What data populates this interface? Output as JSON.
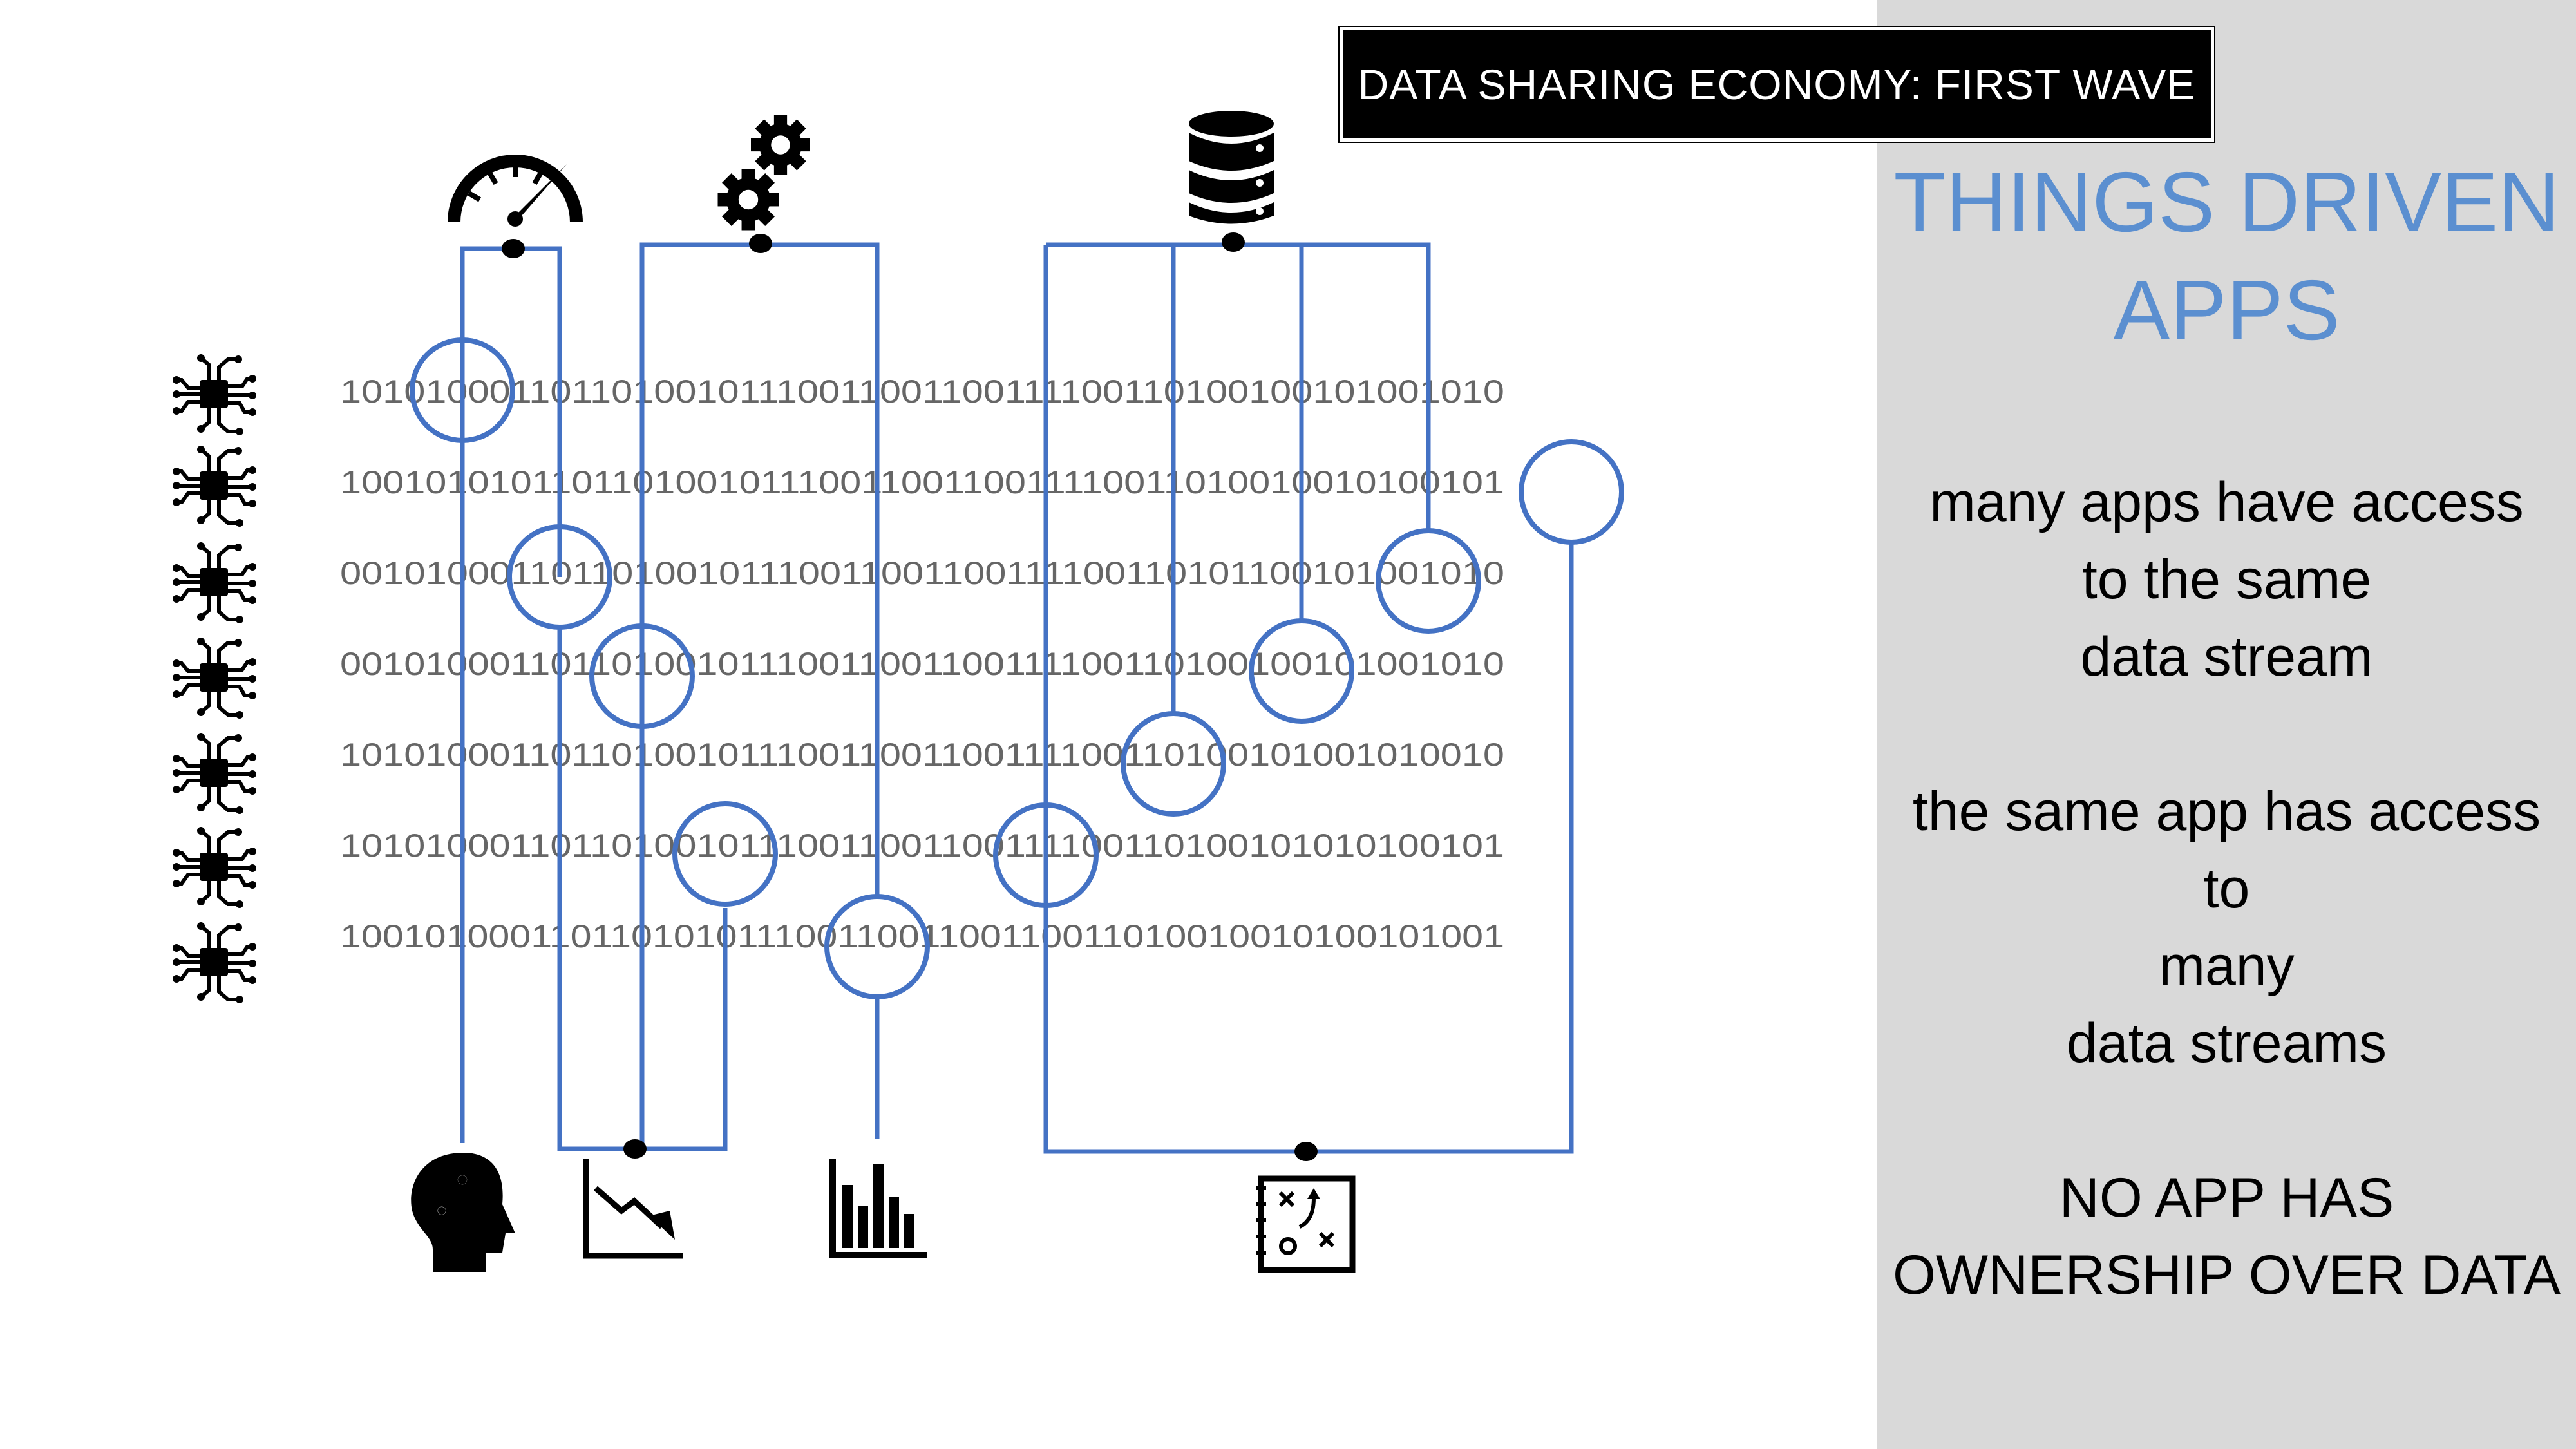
{
  "banner": {
    "title": "DATA SHARING ECONOMY: FIRST WAVE"
  },
  "side": {
    "heading": [
      "THINGS DRIVEN",
      "APPS"
    ],
    "block1": [
      "many apps have access",
      "to the same",
      "data stream"
    ],
    "block2": [
      "the same app has access",
      "to",
      "many",
      "data streams"
    ],
    "block3": [
      "NO APP HAS",
      "OWNERSHIP OVER DATA"
    ]
  },
  "streams": [
    "10101000110110100101110011001100111100110100100101001010",
    "10010101011011010010111001100110011110011010010010100101",
    "00101000110110100101110011001100111100110101100101001010",
    "00101000110110100101110011001100111100110100100101001010",
    "10101000110110100101110011001100111100110100101001010010",
    "10101000110110100101110011001100111100110100101010100101",
    "10010100011011010101110011001100110011010010010100101001"
  ],
  "colors": {
    "accent": "#4472c4",
    "heading": "#5b8fd0",
    "panel": "#d9d9d9",
    "stream_text": "#666666"
  },
  "icons": {
    "devices": "circuit-chip-icon",
    "top": [
      "speedometer-icon",
      "gears-icon",
      "database-icon"
    ],
    "bottom": [
      "head-gears-icon",
      "declining-chart-icon",
      "bar-chart-icon",
      "strategy-board-icon"
    ]
  }
}
